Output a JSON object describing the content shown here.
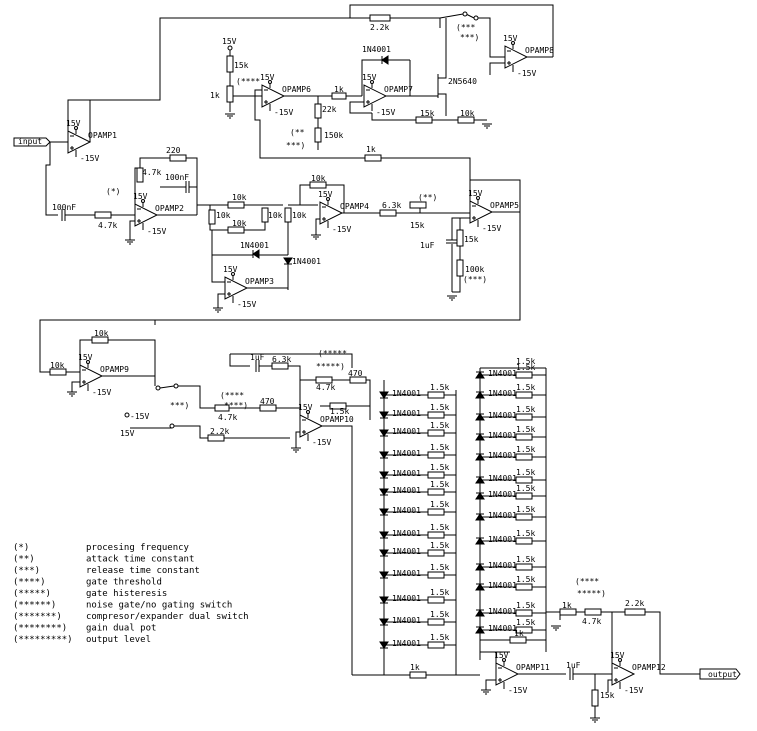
{
  "ports": {
    "input": "input",
    "output": "output"
  },
  "opamps": [
    {
      "label": "OPAMP1",
      "pos": "15V",
      "neg": "-15V"
    },
    {
      "label": "OPAMP2",
      "pos": "15V",
      "neg": "-15V"
    },
    {
      "label": "OPAMP3",
      "pos": "15V",
      "neg": "-15V"
    },
    {
      "label": "OPAMP4",
      "pos": "15V",
      "neg": "-15V"
    },
    {
      "label": "OPAMP5",
      "pos": "15V",
      "neg": "-15V"
    },
    {
      "label": "OPAMP6",
      "pos": "15V",
      "neg": "-15V"
    },
    {
      "label": "OPAMP7",
      "pos": "15V",
      "neg": "-15V"
    },
    {
      "label": "OPAMP8",
      "pos": "15V",
      "neg": "-15V"
    },
    {
      "label": "OPAMP9",
      "pos": "15V",
      "neg": "-15V"
    },
    {
      "label": "OPAMP10",
      "pos": "15V",
      "neg": "-15V"
    },
    {
      "label": "OPAMP11",
      "pos": "15V",
      "neg": "-15V"
    },
    {
      "label": "OPAMP12",
      "pos": "15V",
      "neg": "-15V"
    }
  ],
  "labels": {
    "r_2k2_top": "2.2k",
    "stars_top_a": "(***",
    "stars_top_b": "***)",
    "v15_a": "15V",
    "r_15k_a": "15k",
    "stars4_a": "(****",
    "r_1k_a": "1k",
    "d_top": "1N4001",
    "jfet": "2N5640",
    "r_1k_b": "1k",
    "r_22k": "22k",
    "r_150k": "150k",
    "stars_b": "(**",
    "stars_c": "***)",
    "r_15k_b": "15k",
    "r_10k_b": "10k",
    "r_1k_c": "1k",
    "c_100nf_in": "100nF",
    "r_47k_in": "4.7k",
    "stars_star": "(*)",
    "r_220": "220",
    "r_47k_fb": "4.7k",
    "c_100nf_fb": "100nF",
    "r_10k_c": "10k",
    "r_10k_d": "10k",
    "r_10k_e": "10k",
    "r_10k_f": "10k",
    "r_10k_g": "10k",
    "r_10k_h": "10k",
    "d_op3_a": "1N4001",
    "d_op3_b": "1N4001",
    "r_63k_a": "6.3k",
    "stars_d": "(**)",
    "r_15k_c": "15k",
    "c_1uf_a": "1uF",
    "r_15k_d": "15k",
    "r_100k": "100k",
    "stars_e": "(***)",
    "r_10k_op9fb": "10k",
    "r_10k_op9in": "10k",
    "c_1uf_b": "1uF",
    "r_63k_b": "6.3k",
    "stars5_a": "(*****",
    "r_47k_b": "4.7k",
    "stars5_b": "*****)",
    "r_470_a": "470",
    "stars4_b": "(****",
    "stars4_c": "****)",
    "r_47k_c": "4.7k",
    "r_470_b": "470",
    "r_15k_e": "1.5k",
    "r_22k_b": "2.2k",
    "v15_sw": "15V",
    "vm15_sw": "-15V",
    "stars_sw": "***)",
    "d_row": "1N4001",
    "r_row": "1.5k",
    "r_15k_top": "1.5k",
    "r_1k_ladder": "1k",
    "r_1k_out": "1k",
    "stars4_d": "(****",
    "stars4_e": "*****)",
    "r_1k_pot": "1k",
    "r_47k_pot": "4.7k",
    "r_22k_out": "2.2k",
    "c_1uf_out": "1uF",
    "r_15k_out": "15k"
  },
  "legend": [
    {
      "mark": "(*)",
      "text": "procesing frequency"
    },
    {
      "mark": "(**)",
      "text": "attack time constant"
    },
    {
      "mark": "(***)",
      "text": "release time constant"
    },
    {
      "mark": "(****)",
      "text": "gate threshold"
    },
    {
      "mark": "(*****)",
      "text": "gate histeresis"
    },
    {
      "mark": "(******)",
      "text": "noise gate/no gating switch"
    },
    {
      "mark": "(*******)",
      "text": "compresor/expander dual switch"
    },
    {
      "mark": "(********)",
      "text": "gain dual pot"
    },
    {
      "mark": "(*********)",
      "text": "output level"
    }
  ]
}
